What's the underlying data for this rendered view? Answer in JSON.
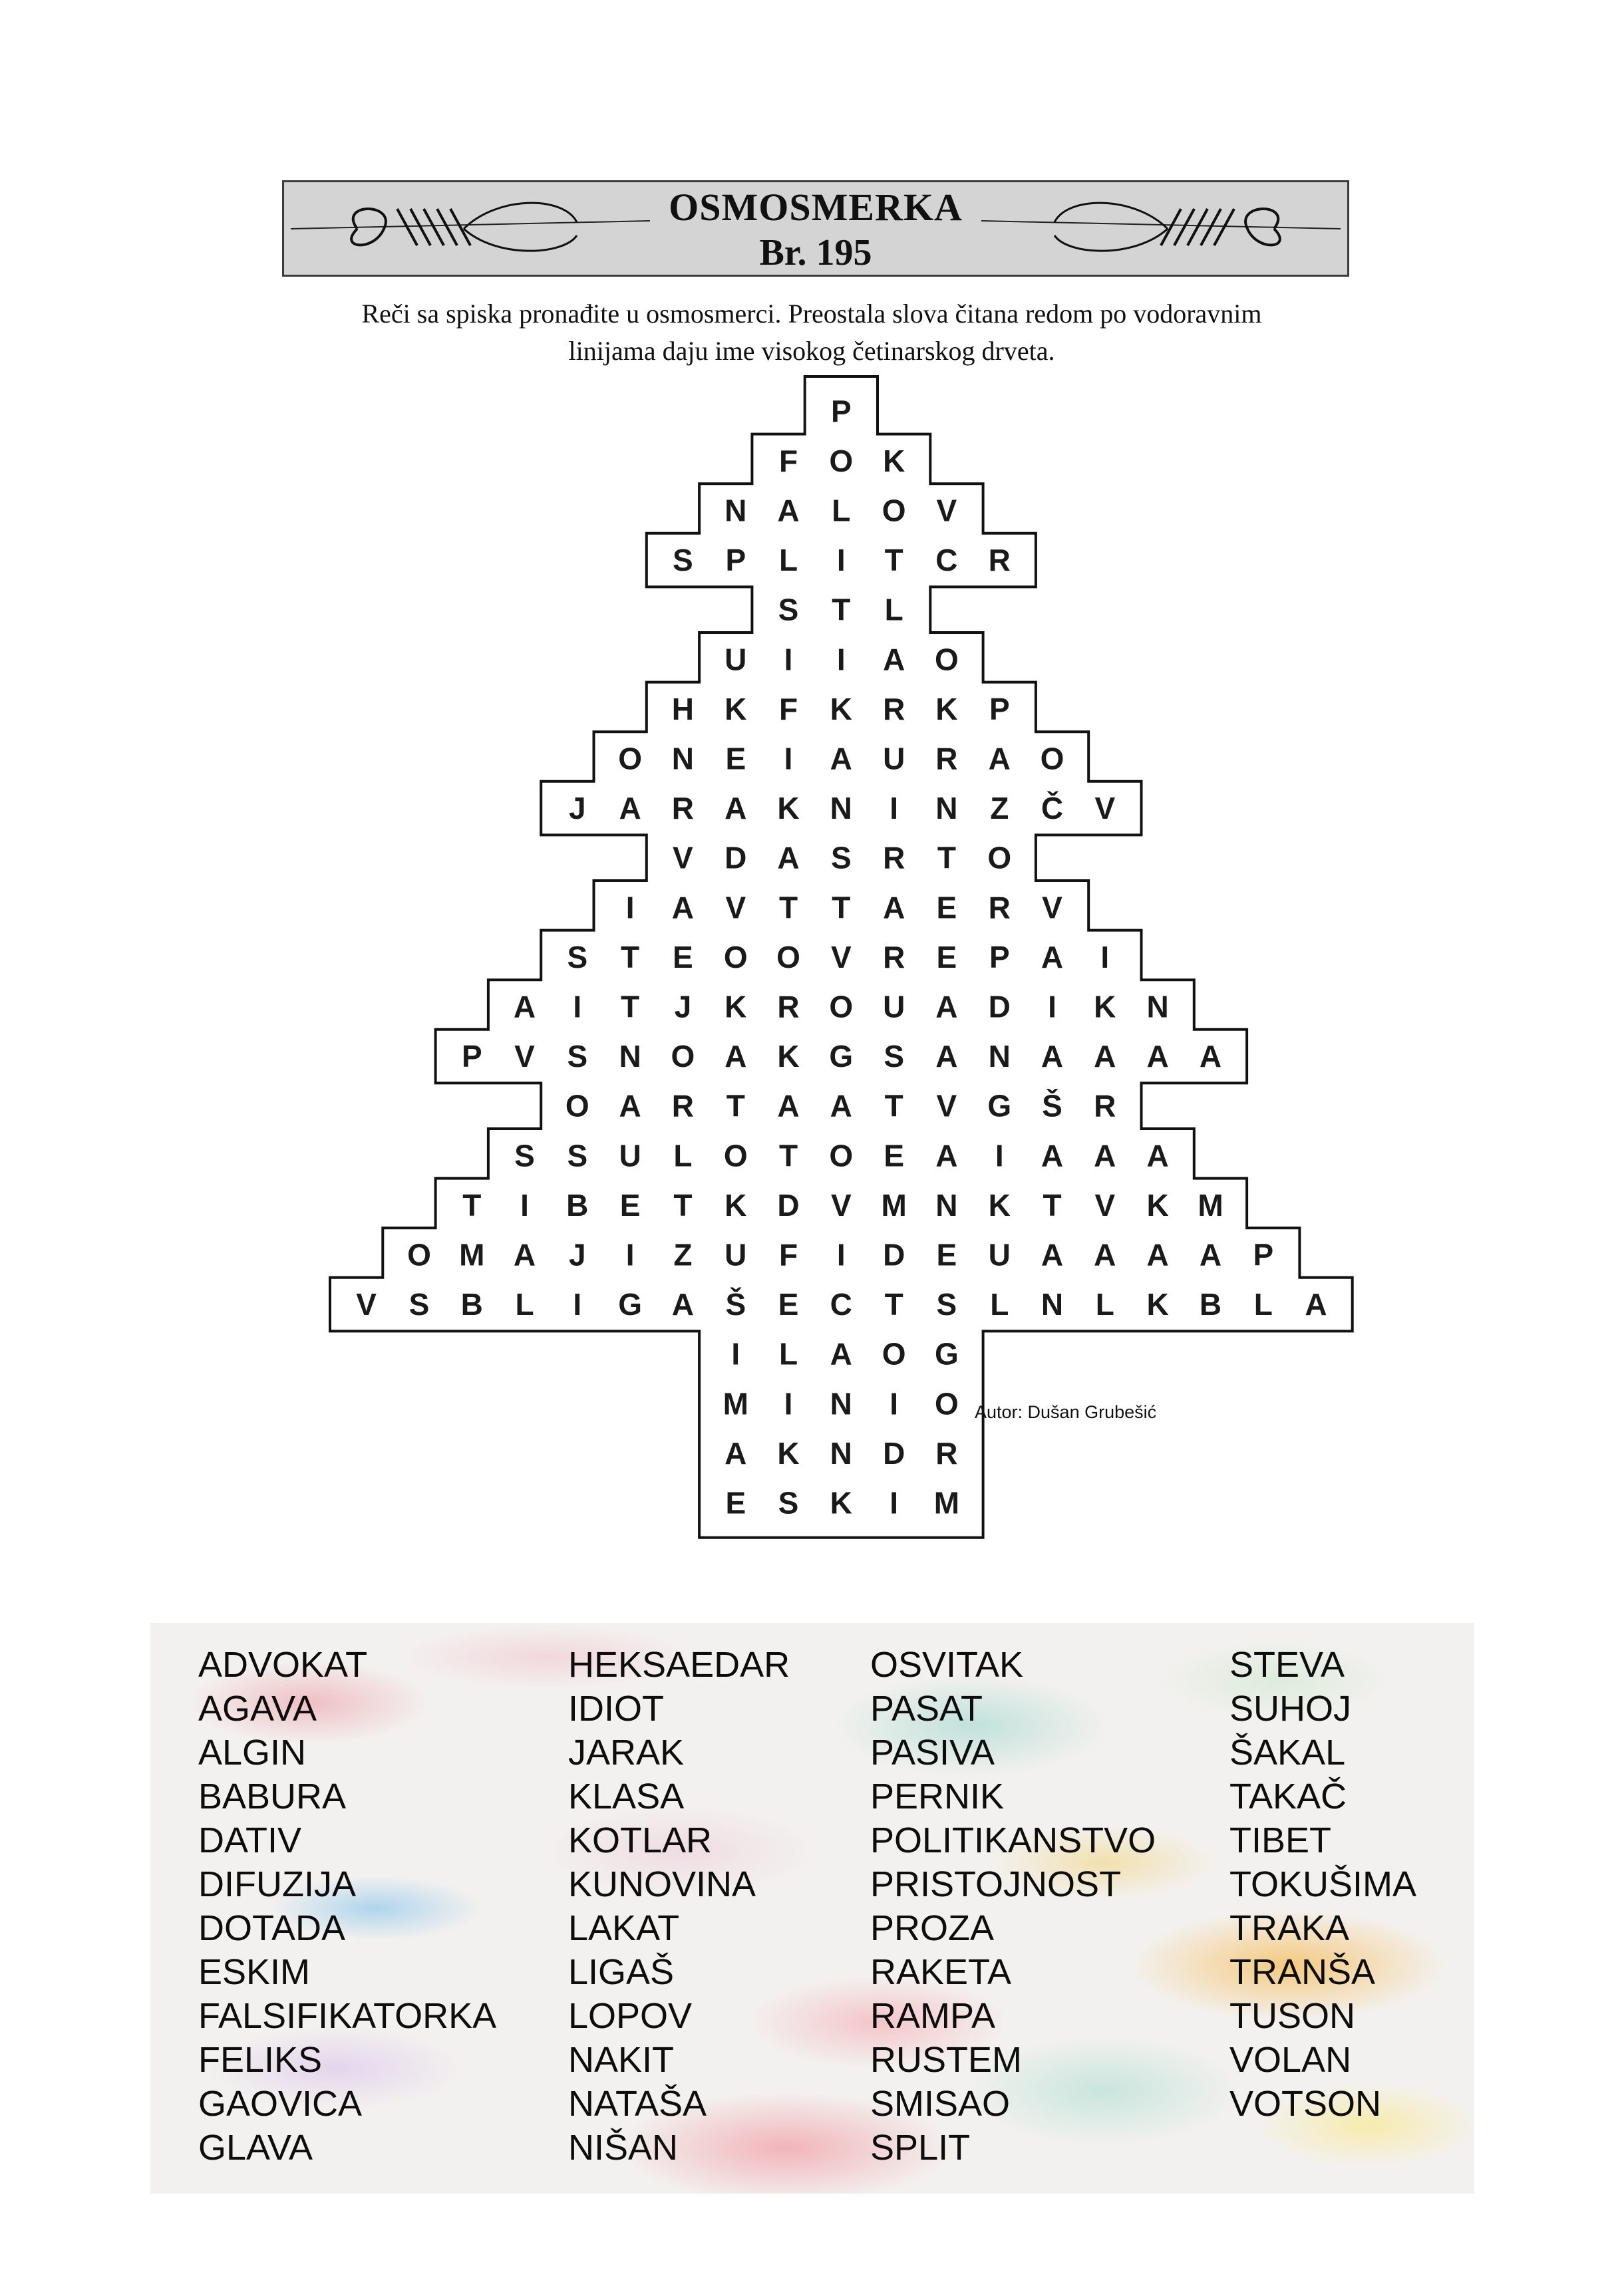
{
  "header": {
    "title": "OSMOSMERKA",
    "number": "Br. 195",
    "frame_color": "#d4d4d4"
  },
  "instructions": {
    "line1": "Reči sa spiska pronađite u osmosmerci. Preostala slova čitana redom po vodoravnim",
    "line2": "linijama daju ime visokog četinarskog drveta."
  },
  "author": "Autor: Dušan Grubešić",
  "grid": {
    "rows": [
      {
        "start": 9,
        "letters": "P"
      },
      {
        "start": 8,
        "letters": "FOK"
      },
      {
        "start": 7,
        "letters": "NALOV"
      },
      {
        "start": 6,
        "letters": "SPLITCR"
      },
      {
        "start": 8,
        "letters": "STL"
      },
      {
        "start": 7,
        "letters": "UIIAO"
      },
      {
        "start": 6,
        "letters": "HKFKRKP"
      },
      {
        "start": 5,
        "letters": "ONEIAURAO"
      },
      {
        "start": 4,
        "letters": "JARAKNINZČV"
      },
      {
        "start": 6,
        "letters": "VDASRTO"
      },
      {
        "start": 5,
        "letters": "IAVTTAERV"
      },
      {
        "start": 4,
        "letters": "STEOOVREPAI"
      },
      {
        "start": 3,
        "letters": "AITJKROUADIKN"
      },
      {
        "start": 2,
        "letters": "PVSNOAKGSANAAAA"
      },
      {
        "start": 4,
        "letters": "OARTAATVGŠR"
      },
      {
        "start": 3,
        "letters": "SSULOTOEAIAAA"
      },
      {
        "start": 2,
        "letters": "TIBETKDVMNKTVKM"
      },
      {
        "start": 1,
        "letters": "OMAJIZUFIDEUAAAAP"
      },
      {
        "start": 0,
        "letters": "VSBLIGAŠECTSLNLKBLA"
      },
      {
        "start": 7,
        "letters": "ILAOG"
      },
      {
        "start": 7,
        "letters": "MINIO"
      },
      {
        "start": 7,
        "letters": "AKNDR"
      },
      {
        "start": 7,
        "letters": "ESKIM"
      }
    ]
  },
  "word_list": {
    "columns": [
      [
        "ADVOKAT",
        "AGAVA",
        "ALGIN",
        "BABURA",
        "DATIV",
        "DIFUZIJA",
        "DOTADA",
        "ESKIM",
        "FALSIFIKATORKA",
        "FELIKS",
        "GAOVICA",
        "GLAVA"
      ],
      [
        "HEKSAEDAR",
        "IDIOT",
        "JARAK",
        "KLASA",
        "KOTLAR",
        "KUNOVINA",
        "LAKAT",
        "LIGAŠ",
        "LOPOV",
        "NAKIT",
        "NATAŠA",
        "NIŠAN"
      ],
      [
        "OSVITAK",
        "PASAT",
        "PASIVA",
        "PERNIK",
        "POLITIKANSTVO",
        "PRISTOJNOST",
        "PROZA",
        "RAKETA",
        "RAMPA",
        "RUSTEM",
        "SMISAO",
        "SPLIT"
      ],
      [
        "STEVA",
        "SUHOJ",
        "ŠAKAL",
        "TAKAČ",
        "TIBET",
        "TOKUŠIMA",
        "TRAKA",
        "TRANŠA",
        "TUSON",
        "VOLAN",
        "VOTSON"
      ]
    ]
  }
}
